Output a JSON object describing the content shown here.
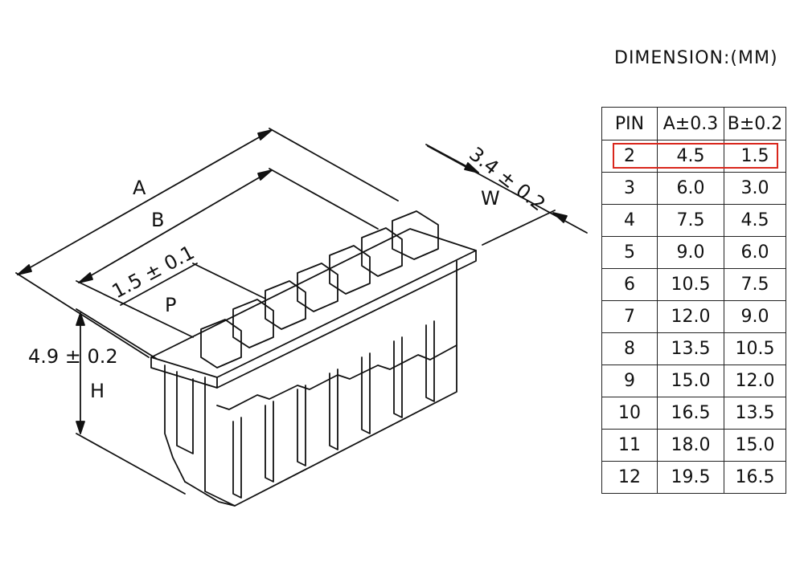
{
  "dimension_title": "DIMENSION:(MM)",
  "table": {
    "headers": [
      "PIN",
      "A±0.3",
      "B±0.2"
    ],
    "rows": [
      [
        "2",
        "4.5",
        "1.5"
      ],
      [
        "3",
        "6.0",
        "3.0"
      ],
      [
        "4",
        "7.5",
        "4.5"
      ],
      [
        "5",
        "9.0",
        "6.0"
      ],
      [
        "6",
        "10.5",
        "7.5"
      ],
      [
        "7",
        "12.0",
        "9.0"
      ],
      [
        "8",
        "13.5",
        "10.5"
      ],
      [
        "9",
        "15.0",
        "12.0"
      ],
      [
        "10",
        "16.5",
        "13.5"
      ],
      [
        "11",
        "18.0",
        "15.0"
      ],
      [
        "12",
        "19.5",
        "16.5"
      ]
    ],
    "highlighted_row_color": "#d9261c"
  },
  "labels": {
    "a": "A",
    "b": "B",
    "pitch_value": "1.5 ± 0.1",
    "pitch": "P",
    "width_value": "3.4 ± 0.2",
    "width": "W",
    "height_value": "4.9 ± 0.2",
    "height": "H"
  }
}
